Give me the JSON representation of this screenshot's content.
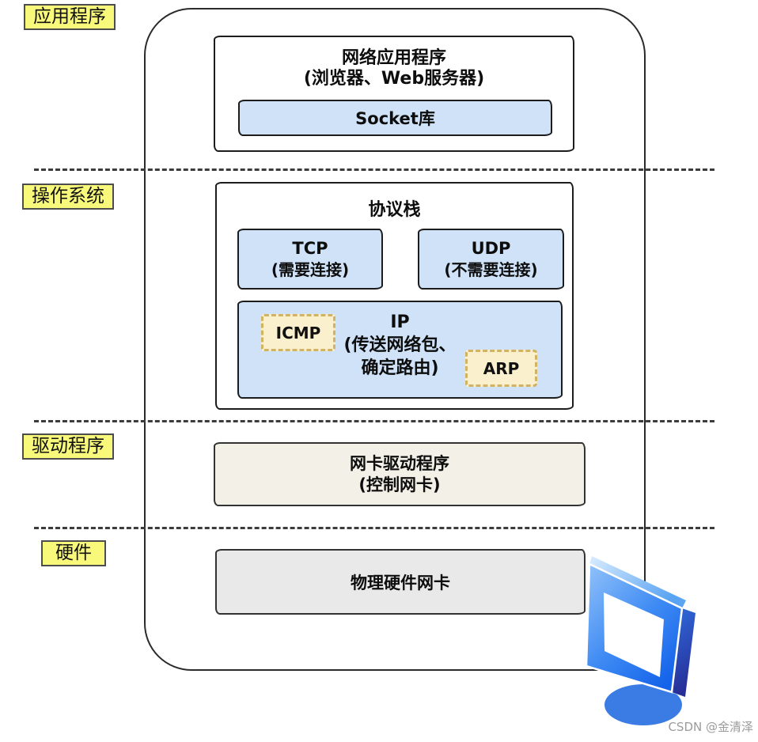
{
  "side_labels": {
    "application": "应用程序",
    "os": "操作系统",
    "driver": "驱动程序",
    "hardware": "硬件"
  },
  "app_section": {
    "title": "网络应用程序",
    "subtitle": "(浏览器、Web服务器)",
    "socket_label": "Socket库"
  },
  "protocol_section": {
    "title": "协议栈",
    "tcp_name": "TCP",
    "tcp_desc": "(需要连接)",
    "udp_name": "UDP",
    "udp_desc": "(不需要连接)",
    "ip_name": "IP",
    "ip_desc_line1": "(传送网络包、",
    "ip_desc_line2": "确定路由)",
    "icmp_label": "ICMP",
    "arp_label": "ARP"
  },
  "driver_section": {
    "title": "网卡驱动程序",
    "subtitle": "(控制网卡)"
  },
  "hardware_section": {
    "title": "物理硬件网卡"
  },
  "watermark": "CSDN @金清泽",
  "icons": {
    "computer": "computer-monitor-icon"
  },
  "colors": {
    "label_bg": "#f8f97b",
    "label_border": "#4d4d4d",
    "blue_box_bg": "#cfe2f8",
    "cream_box_bg": "#fbf0cd",
    "cream_box_border": "#d2b362",
    "driver_box_bg": "#f2f0e7",
    "hardware_box_bg": "#e9e9e9",
    "outline_color": "#2b2b2b",
    "icon_blue": "#1b6ef0",
    "watermark_color": "#9b9b9b"
  }
}
